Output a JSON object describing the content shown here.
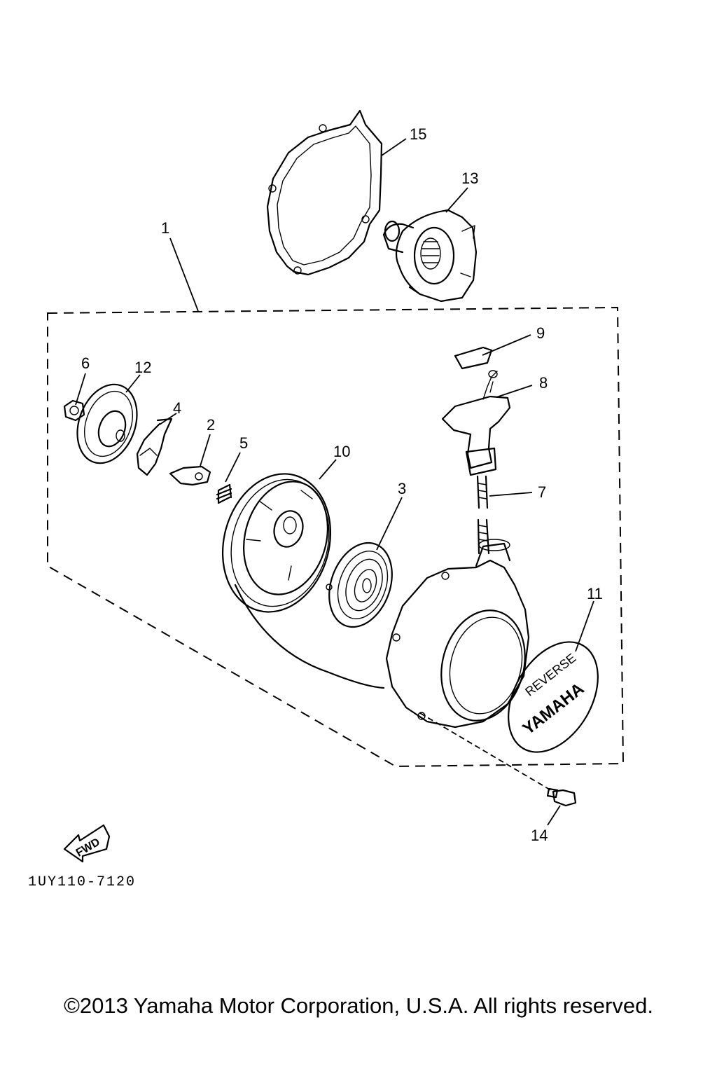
{
  "diagram": {
    "callouts": [
      "1",
      "2",
      "3",
      "4",
      "5",
      "6",
      "7",
      "8",
      "9",
      "10",
      "11",
      "12",
      "13",
      "14",
      "15"
    ],
    "part_code": "1UY110-7120",
    "fwd_label": "FWD",
    "emblem": {
      "brand_text": "YAMAHA",
      "arc_text": "REVERSE"
    }
  },
  "footer": {
    "copyright": "©2013 Yamaha Motor Corporation, U.S.A. All rights reserved."
  }
}
